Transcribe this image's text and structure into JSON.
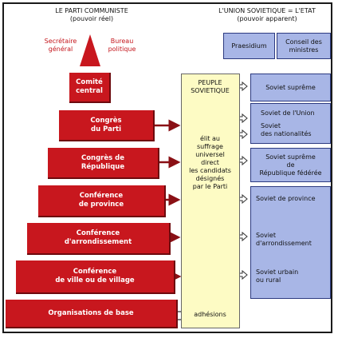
{
  "headers": {
    "party_title": "LE PARTI COMMUNISTE",
    "party_subtitle": "(pouvoir réel)",
    "state_title": "L'UNION SOVIETIQUE = L'ETAT",
    "state_subtitle": "(pouvoir apparent)"
  },
  "apex_labels": {
    "left": "Secrétaire\ngénéral",
    "right": "Bureau\npolitique"
  },
  "party_tiers": [
    {
      "label": "Comité\ncentral"
    },
    {
      "label": "Congrès\ndu Parti"
    },
    {
      "label": "Congrès de\nRépublique"
    },
    {
      "label": "Conférence\nde province"
    },
    {
      "label": "Conférence\nd'arrondissement"
    },
    {
      "label": "Conférence\nde ville ou de village"
    },
    {
      "label": "Organisations de base"
    }
  ],
  "people": {
    "title": "PEUPLE\nSOVIETIQUE",
    "middle": "élit au\nsuffrage\nuniversel\ndirect\nles candidats\ndésignés\npar le Parti",
    "bottom": "adhésions"
  },
  "state": {
    "praesidium": "Praesidium",
    "council": "Conseil des\nministres",
    "soviet_supreme": "Soviet suprême",
    "soviet_union": "Soviet de l'Union",
    "soviet_nationalities": "Soviet\ndes nationalités",
    "soviet_republic": "Soviet suprême\nde\nRépublique fédérée",
    "soviet_province": "Soviet de province",
    "soviet_arrondissement": "Soviet\nd'arrondissement",
    "soviet_city": "Soviet urbain\nou rural"
  },
  "colors": {
    "red": "#c8171e",
    "dark_red": "#8a1015",
    "blue": "#a8b6e6",
    "yellow": "#fdfbc4"
  }
}
